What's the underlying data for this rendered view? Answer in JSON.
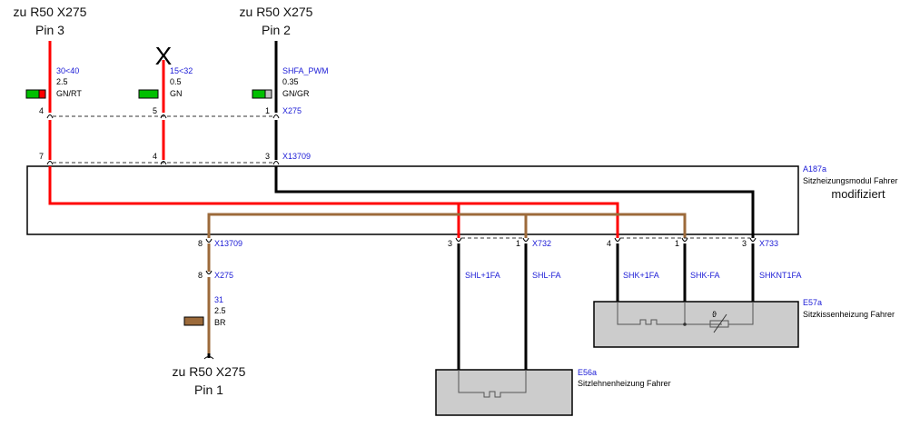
{
  "colors": {
    "red": "#ff0000",
    "black": "#000000",
    "brown": "#9c6a3a",
    "green": "#00c000",
    "grey": "#c0c0c0",
    "component_fill": "#cccccc",
    "signal_blue": "#1a1ad6"
  },
  "top_labels": [
    {
      "line1": "zu R50 X275",
      "line2": "Pin 3"
    },
    {
      "line1": "zu R50 X275",
      "line2": "Pin 2"
    }
  ],
  "bottom_label": {
    "line1": "zu R50 X275",
    "line2": "Pin 1"
  },
  "cut_mark": "X",
  "wires_top": [
    {
      "signal": "30<40",
      "gauge": "2.5",
      "color_code": "GN/RT",
      "swatch": [
        "green",
        "red"
      ],
      "pin_x275": "4",
      "pin_x13709": "7"
    },
    {
      "signal": "15<32",
      "gauge": "0.5",
      "color_code": "GN",
      "swatch": [
        "green"
      ],
      "pin_x275": "5",
      "pin_x13709": "4"
    },
    {
      "signal": "SHFA_PWM",
      "gauge": "0.35",
      "color_code": "GN/GR",
      "swatch": [
        "green",
        "grey"
      ],
      "pin_x275": "1",
      "pin_x13709": "3"
    }
  ],
  "connectors": {
    "x275_top": "X275",
    "x13709_top": "X13709",
    "x13709_bottom": "X13709",
    "x275_bottom": "X275",
    "x732": "X732",
    "x733": "X733"
  },
  "module": {
    "id": "A187a",
    "name": "Sitzheizungsmodul Fahrer",
    "note": "modifiziert"
  },
  "ground_wire": {
    "pin_x13709": "8",
    "pin_x275": "8",
    "signal": "31",
    "gauge": "2.5",
    "color_code": "BR"
  },
  "x732_pins": [
    {
      "pin": "3",
      "signal": "SHL+1FA"
    },
    {
      "pin": "1",
      "signal": "SHL-FA"
    }
  ],
  "x733_pins": [
    {
      "pin": "4",
      "signal": "SHK+1FA"
    },
    {
      "pin": "1",
      "signal": "SHK-FA"
    },
    {
      "pin": "3",
      "signal": "SHKNT1FA"
    }
  ],
  "components": [
    {
      "id": "E57a",
      "name": "Sitzkissenheizung Fahrer",
      "sensor_symbol": "ϑ"
    },
    {
      "id": "E56a",
      "name": "Sitzlehnenheizung Fahrer"
    }
  ]
}
